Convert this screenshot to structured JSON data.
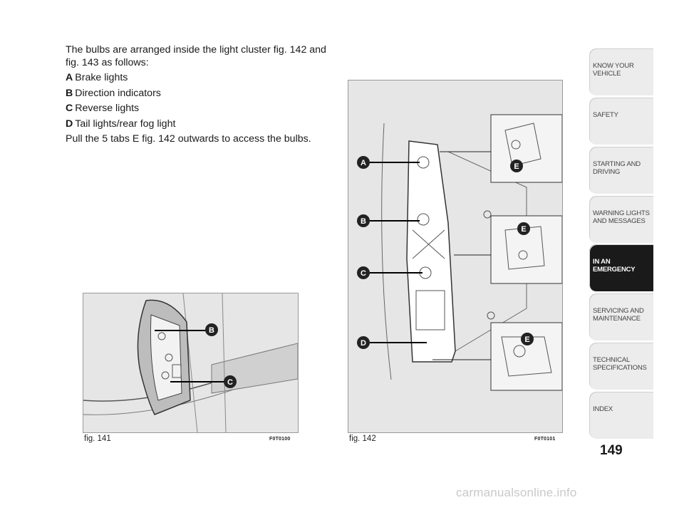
{
  "intro": "The bulbs are arranged inside the light cluster fig. 142 and fig. 143 as follows:",
  "bulbs": [
    {
      "letter": "A",
      "label": "Brake lights"
    },
    {
      "letter": "B",
      "label": "Direction indicators"
    },
    {
      "letter": "C",
      "label": "Reverse lights"
    },
    {
      "letter": "D",
      "label": "Tail lights/rear fog light"
    }
  ],
  "instruction": "Pull the 5 tabs E fig. 142 outwards to access the bulbs.",
  "figures": [
    {
      "caption": "fig. 141",
      "code": "F0T0100",
      "callouts": [
        "B",
        "C"
      ]
    },
    {
      "caption": "fig. 142",
      "code": "F0T0101",
      "callouts": [
        "A",
        "B",
        "C",
        "D",
        "E",
        "E",
        "E"
      ]
    }
  ],
  "tabs": [
    {
      "label": "KNOW YOUR\nVEHICLE",
      "active": false
    },
    {
      "label": "SAFETY",
      "active": false
    },
    {
      "label": "STARTING AND\nDRIVING",
      "active": false
    },
    {
      "label": "WARNING LIGHTS\nAND MESSAGES",
      "active": false
    },
    {
      "label": "IN AN\nEMERGENCY",
      "active": true
    },
    {
      "label": "SERVICING AND\nMAINTENANCE",
      "active": false
    },
    {
      "label": "TECHNICAL\nSPECIFICATIONS",
      "active": false
    },
    {
      "label": "INDEX",
      "active": false
    }
  ],
  "page_number": "149",
  "watermark": "carmanualsonline.info",
  "colors": {
    "active_tab": "#1a1a1a",
    "tab": "#ececec",
    "figure_bg": "#e6e6e6"
  }
}
